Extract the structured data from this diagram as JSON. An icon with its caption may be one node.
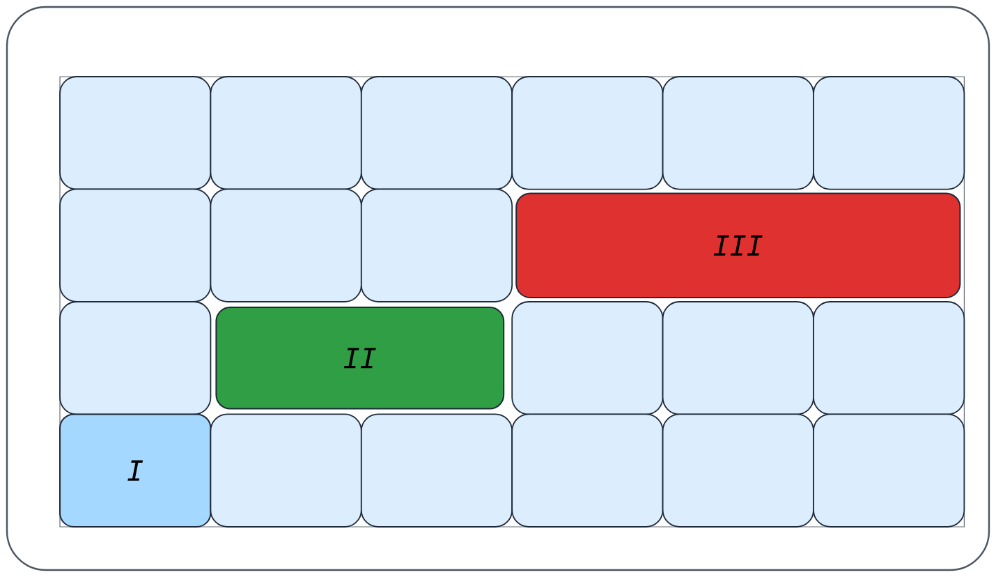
{
  "diagram": {
    "nodes": [
      {
        "text": [],
        "shape": "box"
      },
      {
        "text": [],
        "shape": "box",
        "in": 0
      },
      {
        "text": [],
        "shape": "box",
        "in": 0
      },
      {
        "text": [],
        "shape": "box",
        "in": 0
      },
      {
        "text": [],
        "shape": "box",
        "in": 0
      },
      {
        "text": [],
        "shape": "box",
        "in": 0
      },
      {
        "text": [],
        "shape": "box",
        "in": 0
      },
      {
        "text": [],
        "shape": "box",
        "in": 0
      },
      {
        "text": [],
        "shape": "box",
        "in": 0
      },
      {
        "text": [],
        "shape": "box",
        "in": 0
      },
      {
        "text": [
          "III"
        ],
        "in": 0
      },
      {
        "text": [],
        "shape": "box",
        "in": 0
      },
      {
        "text": [
          "II"
        ],
        "in": 0
      },
      {
        "text": [],
        "shape": "box",
        "in": 0
      },
      {
        "text": [],
        "shape": "box",
        "in": 0
      },
      {
        "text": [],
        "shape": "box",
        "in": 0
      },
      {
        "text": [
          "I"
        ],
        "in": 0
      },
      {
        "text": [],
        "shape": "box",
        "in": 0
      },
      {
        "text": [],
        "shape": "box",
        "in": 0
      },
      {
        "text": [],
        "shape": "box",
        "in": 0
      },
      {
        "text": [],
        "shape": "box",
        "in": 0
      },
      {
        "text": [],
        "shape": "box",
        "in": 0
      }
    ]
  }
}
